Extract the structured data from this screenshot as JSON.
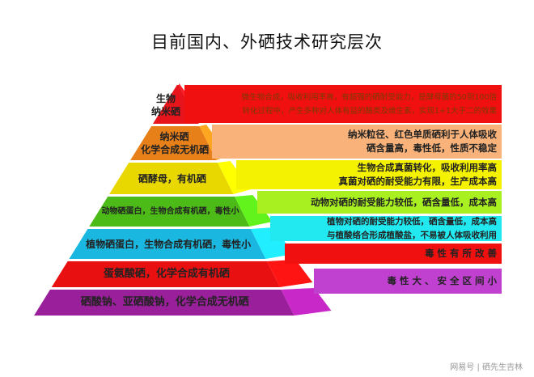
{
  "title": "目前国内、外硒技术研究层次",
  "layers": [
    {
      "label": "生物\n纳米硒",
      "desc": [
        "微生物合成，吸收利用率高，有超强的硒耐受能力，是酵母菌的50到100倍",
        "转化过程中，产生多种对人体有益的酶类及维生素，实现1+1大于二的效果"
      ],
      "color": "#e8141b",
      "panel_color": "#f01010"
    },
    {
      "label": "纳米硒\n化学合成无机硒",
      "desc": [
        "纳米粒径、红色单质硒利于人体吸收",
        "硒含量高，毒性低，性质不稳定"
      ],
      "color": "#e8801a",
      "panel_color": "#f8b27a"
    },
    {
      "label": "硒酵母，有机硒",
      "desc": [
        "生物合成真菌转化，吸收利用率高",
        "真菌对硒的耐受能力有限，生产成本高"
      ],
      "color": "#e8d800",
      "panel_color": "#f4f200"
    },
    {
      "label": "动物硒蛋白，生物合成有机硒，毒性小",
      "desc": [
        "动物对硒的耐受能力较低，硒含量低，成本高"
      ],
      "color": "#4cbb17",
      "panel_color": "#a8f020"
    },
    {
      "label": "植物硒蛋白，生物合成有机硒，毒性小",
      "desc": [
        "植物对硒的耐受能力较低，硒含量低，成本高",
        "与植酸络合形成植酸盐，不易被人体吸收利用"
      ],
      "color": "#1ab8e0",
      "panel_color": "#22e8f0"
    },
    {
      "label": "蛋氨酸硒，化学合成有机硒",
      "desc": [
        "毒 性 有 所 改 善"
      ],
      "color": "#e81010",
      "panel_color": "#f01010"
    },
    {
      "label": "硒酸钠、亚硒酸钠，化学合成无机硒",
      "desc": [
        "毒 性 大 、 安 全 区 间 小"
      ],
      "color": "#9a1f9a",
      "panel_color": "#c040d0"
    }
  ],
  "watermark": "网易号 | 硒先生吉林"
}
